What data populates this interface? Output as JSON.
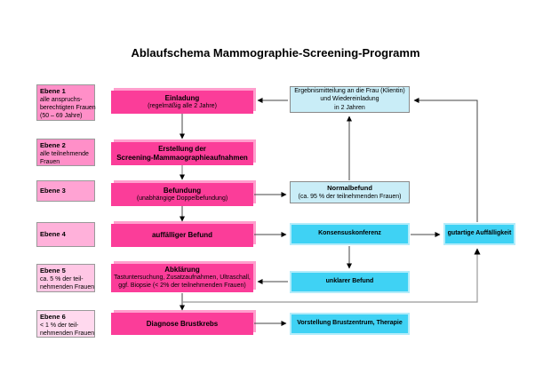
{
  "title": "Ablaufschema Mammographie-Screening-Programm",
  "colors": {
    "magenta": "#fb3d99",
    "shadowpink": "#ff9ecd",
    "cyan": "#3fd2f4",
    "cyanlight": "#b3ecfa",
    "paleblue": "#c9edf7"
  },
  "levels": [
    {
      "name": "Ebene 1",
      "desc": "alle anspruchs-\nberechtigten Frauen\n(50 – 69 Jahre)",
      "color": "#ff8fc8"
    },
    {
      "name": "Ebene 2",
      "desc": "alle teilnehmende\nFrauen",
      "color": "#ff8fc8"
    },
    {
      "name": "Ebene 3",
      "desc": "",
      "color": "#ffa3d3"
    },
    {
      "name": "Ebene 4",
      "desc": "",
      "color": "#ffb1da"
    },
    {
      "name": "Ebene 5",
      "desc": "ca. 5 % der teil-\nnehmenden Frauen",
      "color": "#ffc7e5"
    },
    {
      "name": "Ebene 6",
      "desc": "< 1 % der teil-\nnehmenden Frauen",
      "color": "#ffd9ee"
    }
  ],
  "nodes": {
    "einladung": {
      "title": "Einladung",
      "sub": "(regelmäßig alle 2 Jahre)"
    },
    "erstellung": {
      "title": "Erstellung der\nScreening-Mammaographieaufnahmen"
    },
    "befundung": {
      "title": "Befundung",
      "sub": "(unabhängige Doppelbefundung)"
    },
    "auffaelliger_befund": {
      "title": "auffälliger Befund"
    },
    "abklaerung": {
      "title": "Abklärung",
      "sub": "Tastuntersuchung, Zusatzaufnahmen, Ultraschall,\nggf. Biopsie (< 2% der teilnehmenden Frauen)"
    },
    "diagnose": {
      "title": "Diagnose Brustkrebs"
    },
    "ergebnismitteilung": {
      "text": "Ergebnismitteilung an die Frau (Klientin)\nund Wiedereinladung\nin 2 Jahren"
    },
    "normalbefund": {
      "title": "Normalbefund",
      "sub": "(ca. 95 % der teilnehmenden Frauen)"
    },
    "konsensuskonferenz": {
      "title": "Konsensuskonferenz"
    },
    "gutartige_auffaelligkeit": {
      "title": "gutartige Auffälligkeit"
    },
    "unklarer_befund": {
      "title": "unklarer Befund"
    },
    "vorstellung": {
      "title": "Vorstellung Brustzentrum, Therapie"
    }
  }
}
